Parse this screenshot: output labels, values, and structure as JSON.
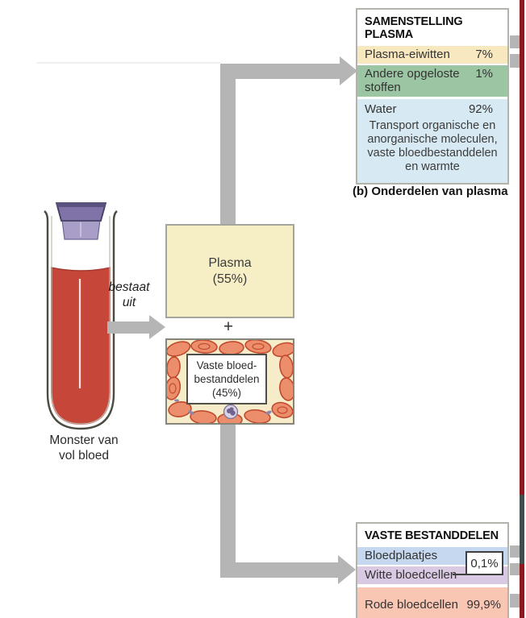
{
  "figure": {
    "tube_label": [
      "Monster van",
      "vol bloed"
    ],
    "flow_label": [
      "bestaat",
      "uit"
    ],
    "plus": "+",
    "plasma_box": [
      "Plasma",
      "(55%)"
    ],
    "cells_box": [
      "Vaste bloed-",
      "bestanddelen",
      "(45%)"
    ]
  },
  "plasma_table": {
    "title": "SAMENSTELLING PLASMA",
    "rows": [
      {
        "label": "Plasma-eiwitten",
        "value": "7%"
      },
      {
        "label": "Andere opgeloste stoffen",
        "value": "1%"
      },
      {
        "label": "Water",
        "value": "92%"
      }
    ],
    "note": "Transport organische en anorganische moleculen, vaste bloedbestanddelen en warmte",
    "caption": "(b) Onderdelen van plasma"
  },
  "solids_table": {
    "title": "VASTE BESTANDDELEN",
    "rows": [
      {
        "label": "Bloedplaatjes",
        "value": ""
      },
      {
        "label": "Witte bloedcellen",
        "value": ""
      },
      {
        "label": "Rode bloedcellen",
        "value": "99,9%"
      }
    ],
    "callout_value": "0,1%"
  },
  "colors": {
    "arrow_gray": "#b5b5b5",
    "plasma_box_fill": "#f6eec5",
    "row_cream": "#f8e8c0",
    "row_green": "#9cc5a3",
    "row_lightblue": "#d7e9f2",
    "row_blue": "#c5d8ef",
    "row_lavender": "#d9c9e2",
    "row_salmon": "#f9c6b4",
    "blood_red": "#c7463a",
    "stopper_purple": "#7f73a7",
    "edge_bar_red": "#8e181d",
    "edge_bar_slate": "#414d4d"
  }
}
